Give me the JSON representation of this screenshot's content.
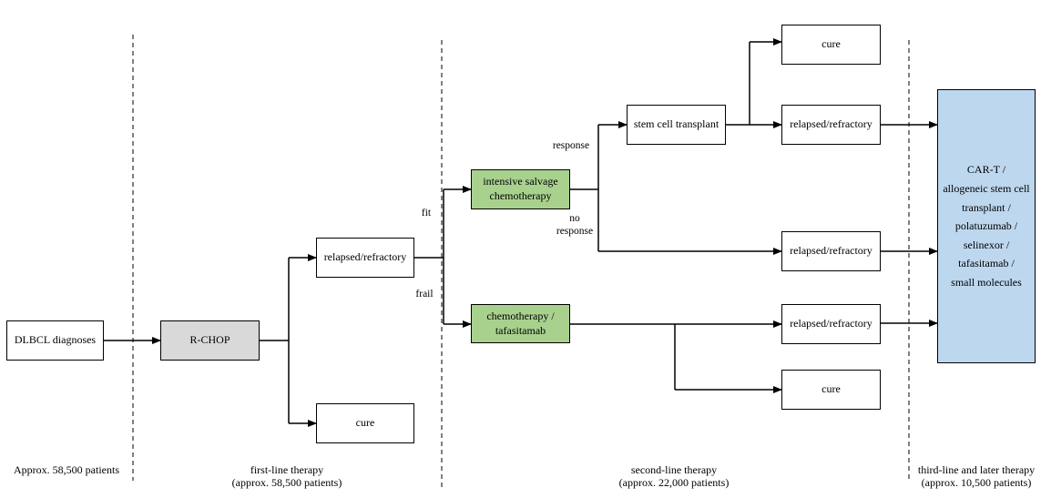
{
  "nodes": {
    "diagnoses": "DLBCL diagnoses",
    "rchop": "R-CHOP",
    "rr_first": "relapsed/refractory",
    "cure_first": "cure",
    "salvage": "intensive salvage\nchemotherapy",
    "chemo_tafa": "chemotherapy /\ntafasitamab",
    "sct": "stem cell transplant",
    "cure_sct": "cure",
    "rr_sct": "relapsed/refractory",
    "rr_noresp": "relapsed/refractory",
    "rr_chemo": "relapsed/refractory",
    "cure_chemo": "cure",
    "third_line": "CAR-T /\nallogeneic stem cell\ntransplant /\npolatuzumab /\nselinexor /\ntafasitamab /\nsmall molecules"
  },
  "edge_labels": {
    "fit": "fit",
    "frail": "frail",
    "response": "response",
    "no_response": "no\nresponse"
  },
  "footers": {
    "diagnoses": "Approx. 58,500 patients",
    "first_line": "first-line therapy\n(approx. 58,500 patients)",
    "second_line": "second-line therapy\n(approx. 22,000 patients)",
    "third_line": "third-line and later therapy\n(approx. 10,500 patients)"
  }
}
